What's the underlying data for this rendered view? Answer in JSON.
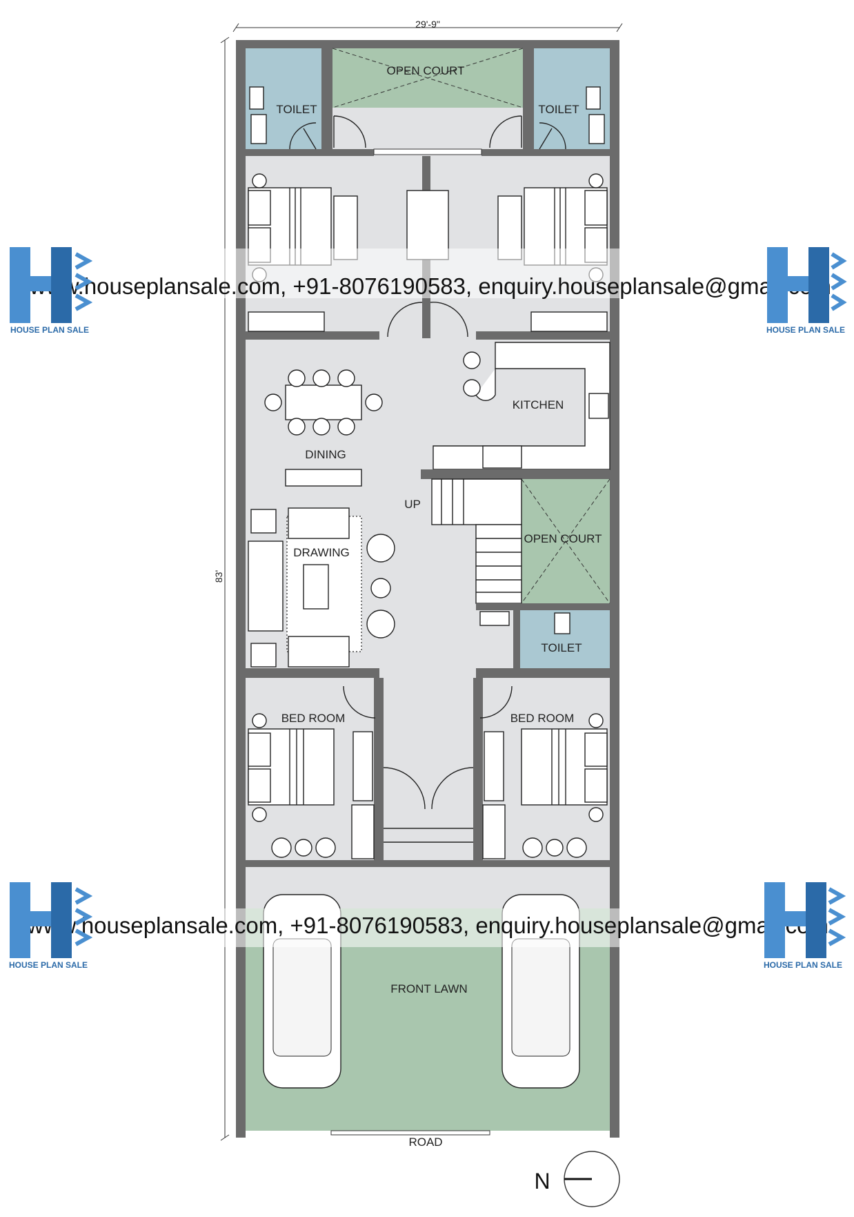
{
  "dimensions": {
    "width": "29'-9\"",
    "depth": "83'"
  },
  "rooms": {
    "open_court_top": "OPEN COURT",
    "toilet_left": "TOILET",
    "toilet_right": "TOILET",
    "kitchen": "KITCHEN",
    "dining": "DINING",
    "stairs_up": "UP",
    "open_court_mid": "OPEN COURT",
    "drawing": "DRAWING",
    "toilet_mid": "TOILET",
    "bedroom_left": "BED ROOM",
    "bedroom_right": "BED ROOM",
    "front_lawn": "FRONT LAWN"
  },
  "road": "ROAD",
  "north": "N",
  "watermark": "www.houseplansale.com, +91-8076190583, enquiry.houseplansale@gmail.com",
  "logo_text": "HOUSE PLAN SALE",
  "colors": {
    "wall": "#6b6b6b",
    "floor": "#e1e2e4",
    "court": "#a9c6ae",
    "toilet": "#aac8d2",
    "logo": "#4a8fd0"
  }
}
